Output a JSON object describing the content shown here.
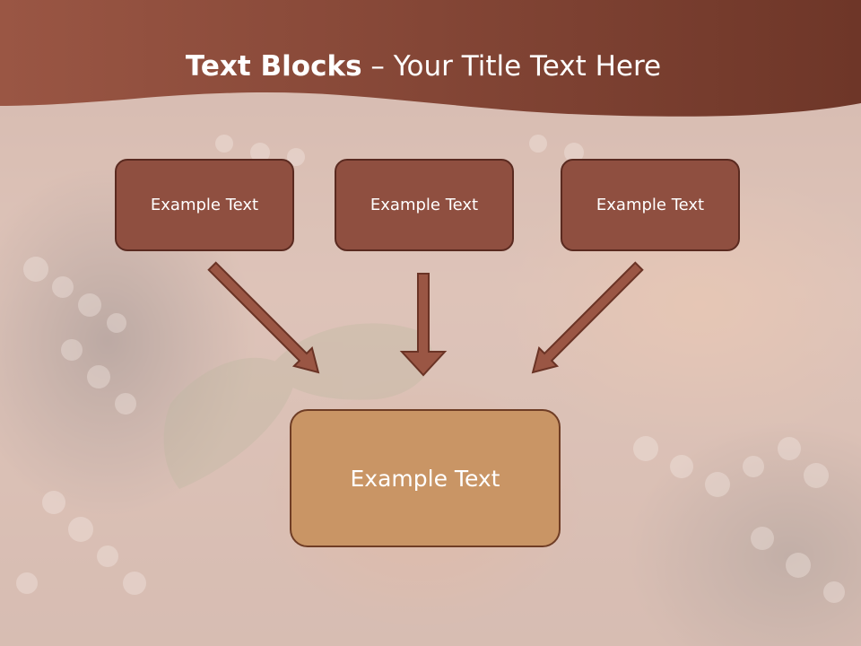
{
  "slide": {
    "title_bold": "Text Blocks",
    "title_separator": " – ",
    "title_rest": "Your Title Text Here"
  },
  "blocks": {
    "top": [
      "Example Text",
      "Example Text",
      "Example Text"
    ],
    "bottom": "Example Text"
  },
  "colors": {
    "header": "#7c4030",
    "small_block": "#8f4f40",
    "big_block": "#c99565",
    "arrow": "#9a5644"
  }
}
